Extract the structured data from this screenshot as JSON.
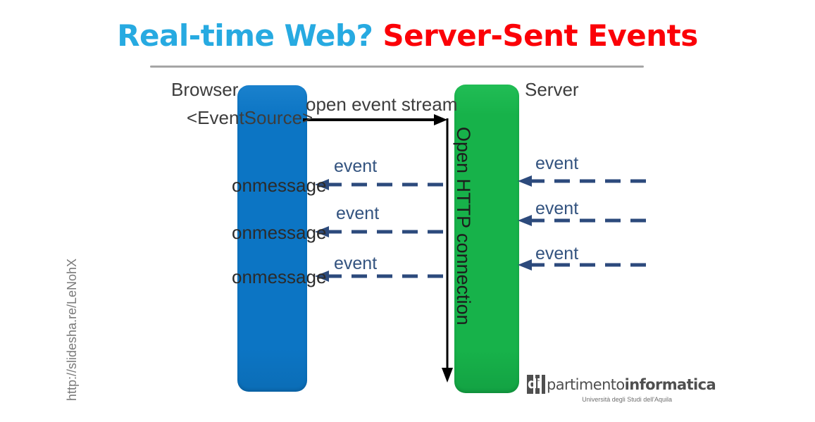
{
  "slide": {
    "title": {
      "part_a": "Real-time Web?",
      "part_b": " Server-Sent Events",
      "color_a": "#27aae1",
      "color_b": "#fb0007"
    },
    "url": "http://slidesha.re/LeNohX"
  },
  "diagram": {
    "browser": {
      "label": "Browser",
      "api_label": "<EventSource>",
      "color": "#0c75c4"
    },
    "server": {
      "label": "Server",
      "color": "#17b24a"
    },
    "open_stream": {
      "label": "open event stream"
    },
    "open_connection": {
      "label": "Open HTTP connection"
    },
    "handler_label": "onmessage",
    "event_label": "event",
    "arrow_color": "#2c4a7c",
    "messages": [
      {
        "handler": "onmessage",
        "event": "event"
      },
      {
        "handler": "onmessage",
        "event": "event"
      },
      {
        "handler": "onmessage",
        "event": "event"
      }
    ],
    "server_events": [
      {
        "event": "event"
      },
      {
        "event": "event"
      },
      {
        "event": "event"
      }
    ]
  },
  "logo": {
    "mark": "di",
    "word_light": "partimento",
    "word_bold": "informatica",
    "subtitle": "Università degli Studi dell'Aquila"
  }
}
